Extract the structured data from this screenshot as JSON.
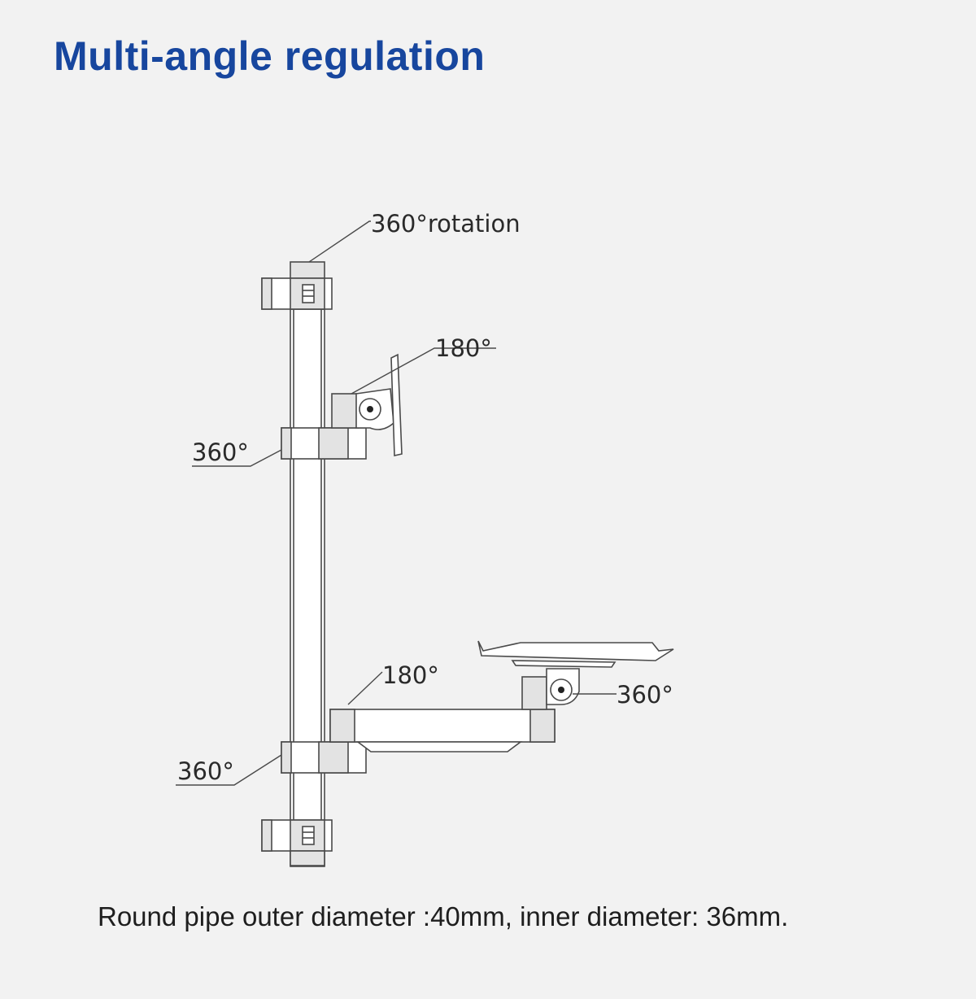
{
  "title": "Multi-angle regulation",
  "labels": {
    "top_rotation": "360°rotation",
    "upper_arm_tilt": "180°",
    "upper_clamp_rotation": "360°",
    "lower_arm_tilt": "180°",
    "tray_rotation": "360°",
    "lower_clamp_rotation": "360°"
  },
  "caption": "Round pipe outer diameter :40mm, inner diameter: 36mm."
}
